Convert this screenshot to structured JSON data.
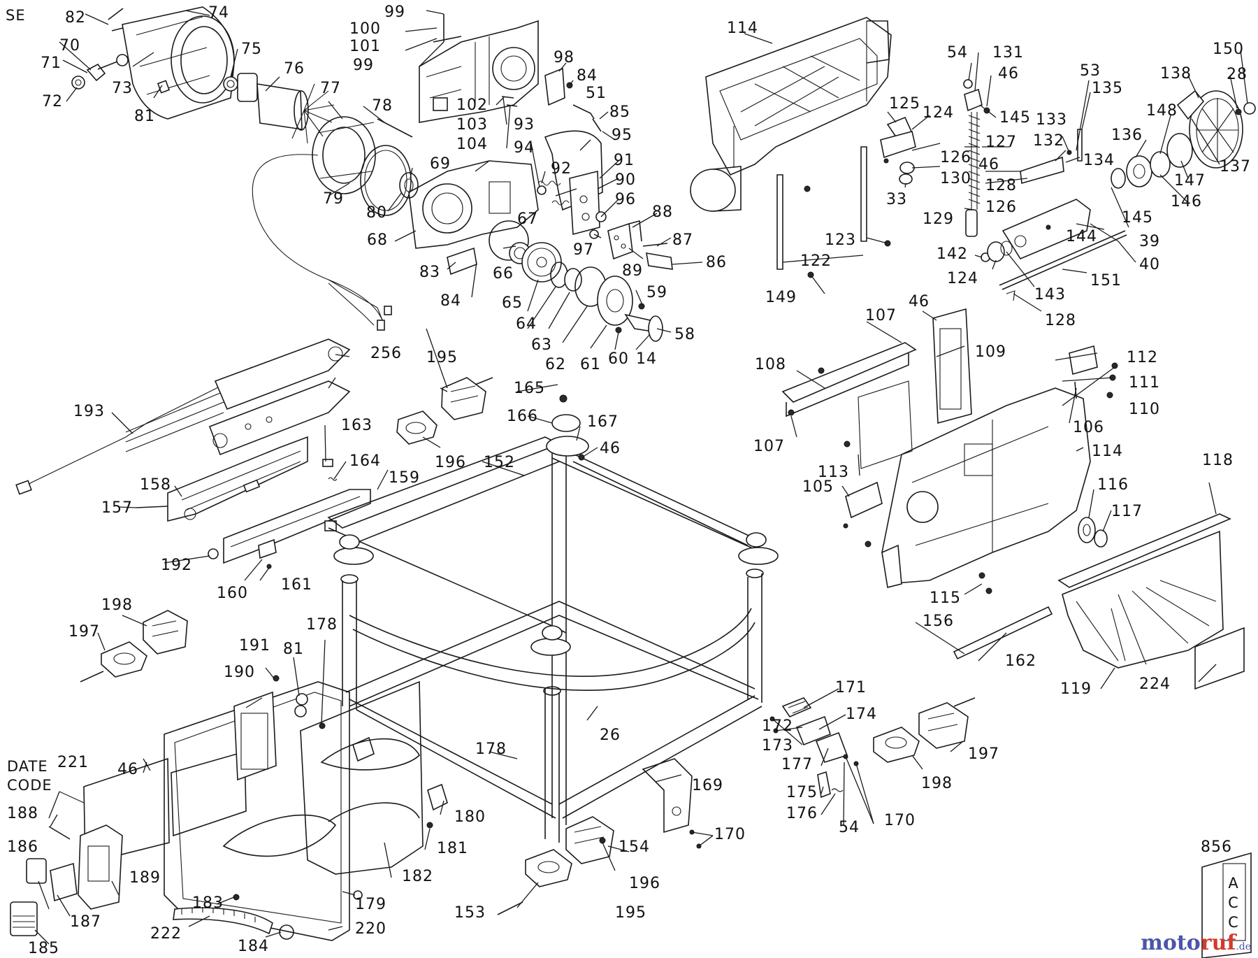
{
  "diagram": {
    "section_code": "SE",
    "date_code_label": [
      "DATE",
      "CODE"
    ],
    "watermark": {
      "part1": "moto",
      "part2": "ruf",
      "suffix": ".de"
    },
    "colors": {
      "line": "#1a1a1a",
      "background": "#ffffff",
      "watermark_blue": "#4a56a8",
      "watermark_red": "#d33a2c"
    },
    "callouts": [
      "14",
      "26",
      "28",
      "33",
      "39",
      "40",
      "46",
      "51",
      "53",
      "54",
      "58",
      "59",
      "60",
      "61",
      "62",
      "63",
      "64",
      "65",
      "66",
      "67",
      "68",
      "69",
      "70",
      "71",
      "72",
      "73",
      "74",
      "75",
      "76",
      "77",
      "78",
      "79",
      "80",
      "81",
      "82",
      "83",
      "84",
      "85",
      "86",
      "87",
      "88",
      "89",
      "90",
      "91",
      "92",
      "93",
      "94",
      "95",
      "96",
      "97",
      "98",
      "99",
      "100",
      "101",
      "102",
      "103",
      "104",
      "105",
      "106",
      "107",
      "108",
      "109",
      "110",
      "111",
      "112",
      "113",
      "114",
      "115",
      "116",
      "117",
      "118",
      "119",
      "122",
      "123",
      "124",
      "125",
      "126",
      "127",
      "128",
      "129",
      "130",
      "131",
      "132",
      "133",
      "134",
      "135",
      "136",
      "137",
      "138",
      "142",
      "143",
      "144",
      "145",
      "146",
      "147",
      "148",
      "149",
      "150",
      "151",
      "152",
      "153",
      "154",
      "156",
      "157",
      "158",
      "159",
      "160",
      "161",
      "162",
      "163",
      "164",
      "165",
      "166",
      "167",
      "169",
      "170",
      "171",
      "172",
      "173",
      "174",
      "175",
      "176",
      "177",
      "178",
      "179",
      "180",
      "181",
      "182",
      "183",
      "184",
      "185",
      "186",
      "187",
      "188",
      "189",
      "190",
      "191",
      "192",
      "193",
      "195",
      "196",
      "197",
      "198",
      "220",
      "221",
      "222",
      "224",
      "256",
      "856"
    ]
  }
}
